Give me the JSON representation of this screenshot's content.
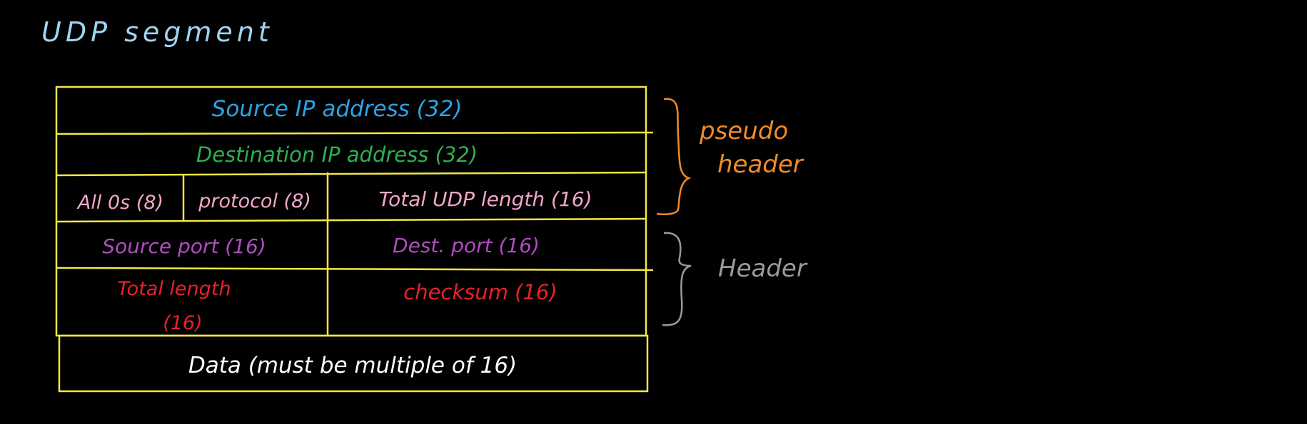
{
  "title": "UDP segment",
  "rows": {
    "source_ip": "Source IP address (32)",
    "dest_ip": "Destination IP address (32)",
    "all_zeros": "All 0s (8)",
    "protocol": "protocol (8)",
    "total_udp_length": "Total UDP length (16)",
    "source_port": "Source port (16)",
    "dest_port": "Dest. port (16)",
    "total_length_line1": "Total length",
    "total_length_line2": "(16)",
    "checksum": "checksum (16)",
    "data": "Data (must be multiple of 16)"
  },
  "braces": {
    "pseudo_line1": "pseudo",
    "pseudo_line2": "header",
    "header": "Header"
  },
  "colors": {
    "background": "#000000",
    "grid": "#f4e742",
    "title": "#9fd4ee",
    "source_ip": "#2aa4e6",
    "dest_ip": "#2eaf52",
    "pink": "#f2a7c8",
    "purple": "#b04cc0",
    "red": "#e8202a",
    "white": "#ffffff",
    "orange": "#f08c28",
    "grey": "#9a9a9a"
  }
}
